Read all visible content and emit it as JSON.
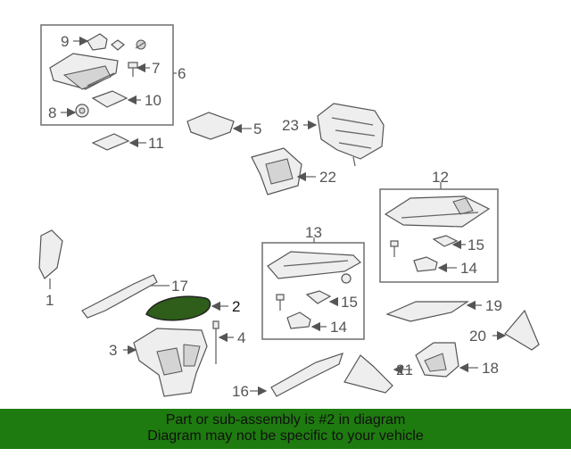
{
  "callouts": {
    "c1": "1",
    "c2": "2",
    "c3": "3",
    "c4": "4",
    "c5": "5",
    "c6": "6",
    "c7": "7",
    "c8": "8",
    "c9": "9",
    "c10": "10",
    "c11": "11",
    "c12": "12",
    "c13": "13",
    "c14a": "14",
    "c14b": "14",
    "c15a": "15",
    "c15b": "15",
    "c16": "16",
    "c17": "17",
    "c18": "18",
    "c19": "19",
    "c20": "20",
    "c21": "21",
    "c22": "22",
    "c23": "23"
  },
  "colors": {
    "highlight": "#2e5e1a",
    "banner": "#1e7b0f"
  },
  "banner": {
    "line1": "Part or sub-assembly is #2 in diagram",
    "line2": "Diagram may not be specific to your vehicle"
  }
}
